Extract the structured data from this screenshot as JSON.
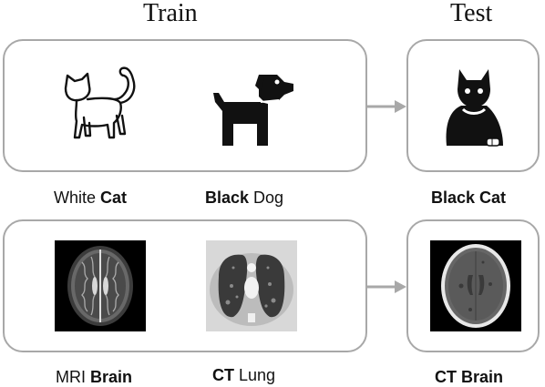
{
  "headers": {
    "train": "Train",
    "test": "Test"
  },
  "row1": {
    "train_captions": [
      {
        "plain": "White ",
        "bold": "Cat",
        "bold_first": false
      },
      {
        "plain": " Dog",
        "bold": "Black",
        "bold_first": true
      }
    ],
    "test_caption": {
      "bold": "Black Cat"
    },
    "icons": [
      "cat-outline-icon",
      "dog-filled-icon",
      "cat-filled-icon"
    ]
  },
  "row2": {
    "train_captions": [
      {
        "plain": "MRI ",
        "bold": "Brain",
        "bold_first": false
      },
      {
        "plain": " Lung",
        "bold": "CT",
        "bold_first": true
      }
    ],
    "test_caption": {
      "bold": "CT Brain"
    },
    "images": [
      "mri-brain-scan",
      "ct-lung-scan",
      "ct-brain-scan"
    ]
  },
  "colors": {
    "box_border": "#a8a8a8",
    "arrow": "#a8a8a8",
    "icon": "#111111"
  }
}
